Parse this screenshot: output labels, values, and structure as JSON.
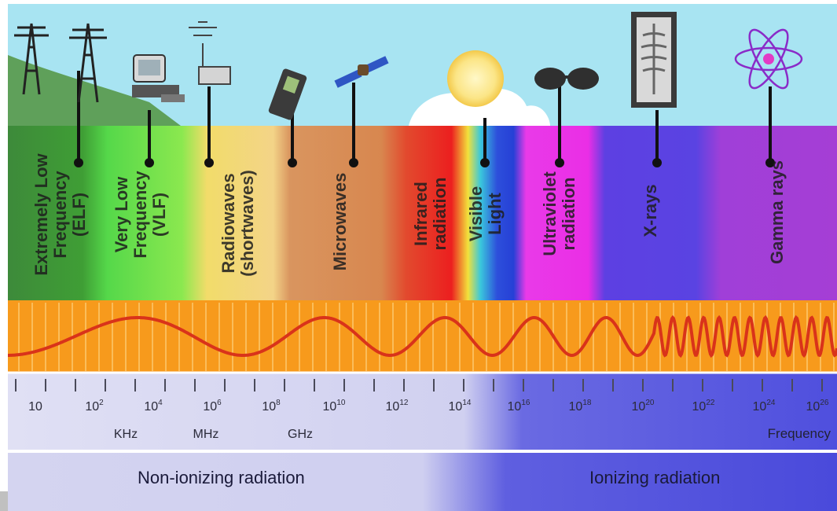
{
  "bands": [
    {
      "id": "elf",
      "label": "Extremely Low\nFrequency\n(ELF)"
    },
    {
      "id": "vlf",
      "label": "Very Low\nFrequency\n(VLF)"
    },
    {
      "id": "radio",
      "label": "Radiowaves\n(shortwaves)"
    },
    {
      "id": "micro",
      "label": "Microwaves"
    },
    {
      "id": "infrared",
      "label": "Infrared\nradiation"
    },
    {
      "id": "visible",
      "label": "Visible\nLight"
    },
    {
      "id": "uv",
      "label": "Ultraviolet\nradiation"
    },
    {
      "id": "xray",
      "label": "X-rays"
    },
    {
      "id": "gamma",
      "label": "Gamma rays"
    }
  ],
  "ticks": [
    {
      "base": "10",
      "exp": ""
    },
    {
      "base": "10",
      "exp": "2"
    },
    {
      "base": "10",
      "exp": "4"
    },
    {
      "base": "10",
      "exp": "6"
    },
    {
      "base": "10",
      "exp": "8"
    },
    {
      "base": "10",
      "exp": "10"
    },
    {
      "base": "10",
      "exp": "12"
    },
    {
      "base": "10",
      "exp": "14"
    },
    {
      "base": "10",
      "exp": "16"
    },
    {
      "base": "10",
      "exp": "18"
    },
    {
      "base": "10",
      "exp": "20"
    },
    {
      "base": "10",
      "exp": "22"
    },
    {
      "base": "10",
      "exp": "24"
    },
    {
      "base": "10",
      "exp": "26"
    }
  ],
  "units": {
    "khz": "KHz",
    "mhz": "MHz",
    "ghz": "GHz"
  },
  "axis_label": "Frequency",
  "regions": {
    "non_ionizing": "Non-ionizing radiation",
    "ionizing": "Ionizing radiation"
  },
  "icons": [
    "power-line-tower-icon",
    "power-line-tower-icon",
    "computer-icon",
    "radio-antenna-icon",
    "mobile-phone-icon",
    "satellite-icon",
    "sun-icon",
    "sunglasses-icon",
    "xray-film-icon",
    "atom-icon"
  ],
  "colors": {
    "sky": "#a8e4f2",
    "wave_band": "#f79a1c",
    "wave": "#d9331a",
    "scale_light": "#d8d8f0",
    "scale_dark": "#5858e0"
  }
}
